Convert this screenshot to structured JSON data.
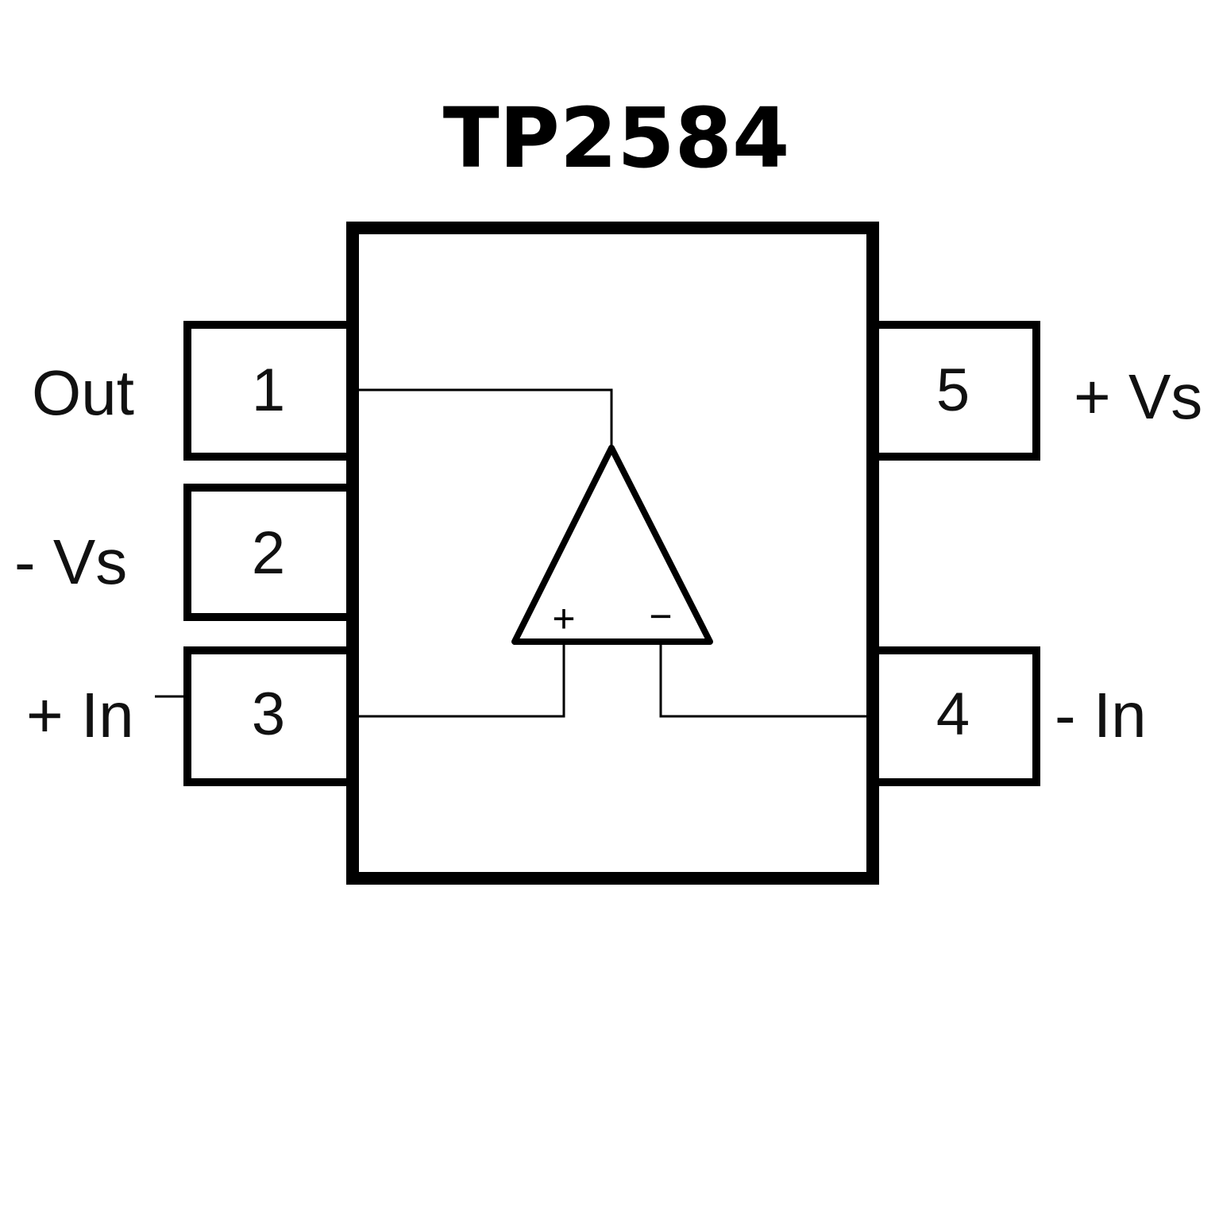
{
  "title": "TP2584",
  "pins": [
    {
      "number": "1",
      "label": "Out"
    },
    {
      "number": "2",
      "label": "- Vs"
    },
    {
      "number": "3",
      "label": "+ In"
    },
    {
      "number": "4",
      "label": "- In"
    },
    {
      "number": "5",
      "label": "+ Vs"
    }
  ],
  "opamp": {
    "plus_symbol": "+",
    "minus_symbol": "−"
  }
}
